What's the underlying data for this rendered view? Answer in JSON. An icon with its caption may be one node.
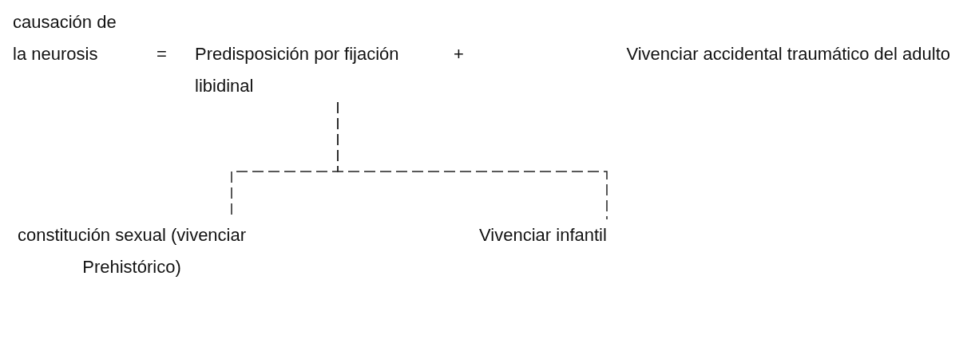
{
  "diagram": {
    "nodes": [
      {
        "text": [
          "causación de la neurosis"
        ]
      },
      {
        "text": [
          "Predisposición por fijación libidinal"
        ]
      },
      {
        "text": [
          "Vivenciar accidental traumático del adulto"
        ]
      },
      {
        "text": [
          "constitución sexual (vivenciar Prehistórico)"
        ]
      },
      {
        "text": [
          "Vivenciar infantil"
        ]
      }
    ],
    "edges": [
      {
        "from": 1,
        "to": 3,
        "arrow": "none",
        "style": "dashed"
      },
      {
        "from": 1,
        "to": 4,
        "arrow": "none",
        "style": "dashed"
      }
    ],
    "labels": [
      "=",
      "+"
    ]
  }
}
